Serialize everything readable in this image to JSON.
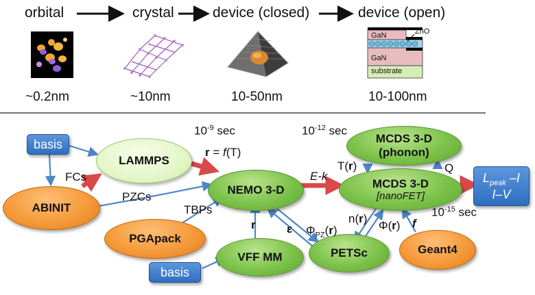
{
  "top_row": {
    "stages": [
      "orbital",
      "crystal",
      "device (closed)",
      "device (open)"
    ],
    "scales": [
      "~0.2nm",
      "~10nm",
      "10-50nm",
      "10-100nm"
    ],
    "device_layers": [
      "GaN",
      "ZnO",
      "GaN",
      "substrate"
    ]
  },
  "nodes": {
    "basis_top": "basis",
    "basis_bottom": "basis",
    "lammps": "LAMMPS",
    "abinit": "ABINIT",
    "pgapack": "PGApack",
    "nemo": "NEMO 3-D",
    "vff": "VFF MM",
    "petsc": "PETSc",
    "mcds_phonon_title": "MCDS 3-D",
    "mcds_phonon_sub": "(phonon)",
    "mcds_title": "MCDS 3-D",
    "mcds_sub": "[nanoFET]",
    "geant": "Geant4",
    "output_line1": "L",
    "output_line1_sub": "peak",
    "output_line1_tail": " –I",
    "output_line2": "I–V"
  },
  "labels": {
    "fcs": "FCs",
    "pzcs": "PZCs",
    "tbps": "TBPs",
    "time_9_base": "10",
    "time_9_exp": "-9",
    "time_9_unit": " sec",
    "r_eq_f_t": "r = f(T)",
    "time_12_base": "10",
    "time_12_exp": "-12",
    "time_12_unit": " sec",
    "ek": "E-k",
    "tr": "T(r)",
    "q": "Q",
    "phi_pz": "ΦPZ(r)",
    "r": "r",
    "epsilon": "ε",
    "nr": "n(r)",
    "phir": "Φ(r)",
    "f": "f",
    "time_15_base": "10",
    "time_15_exp": "-15",
    "time_15_unit": " sec"
  },
  "colors": {
    "thin_arrow": "#4f86c6",
    "thick_arrow": "#d9484a"
  }
}
